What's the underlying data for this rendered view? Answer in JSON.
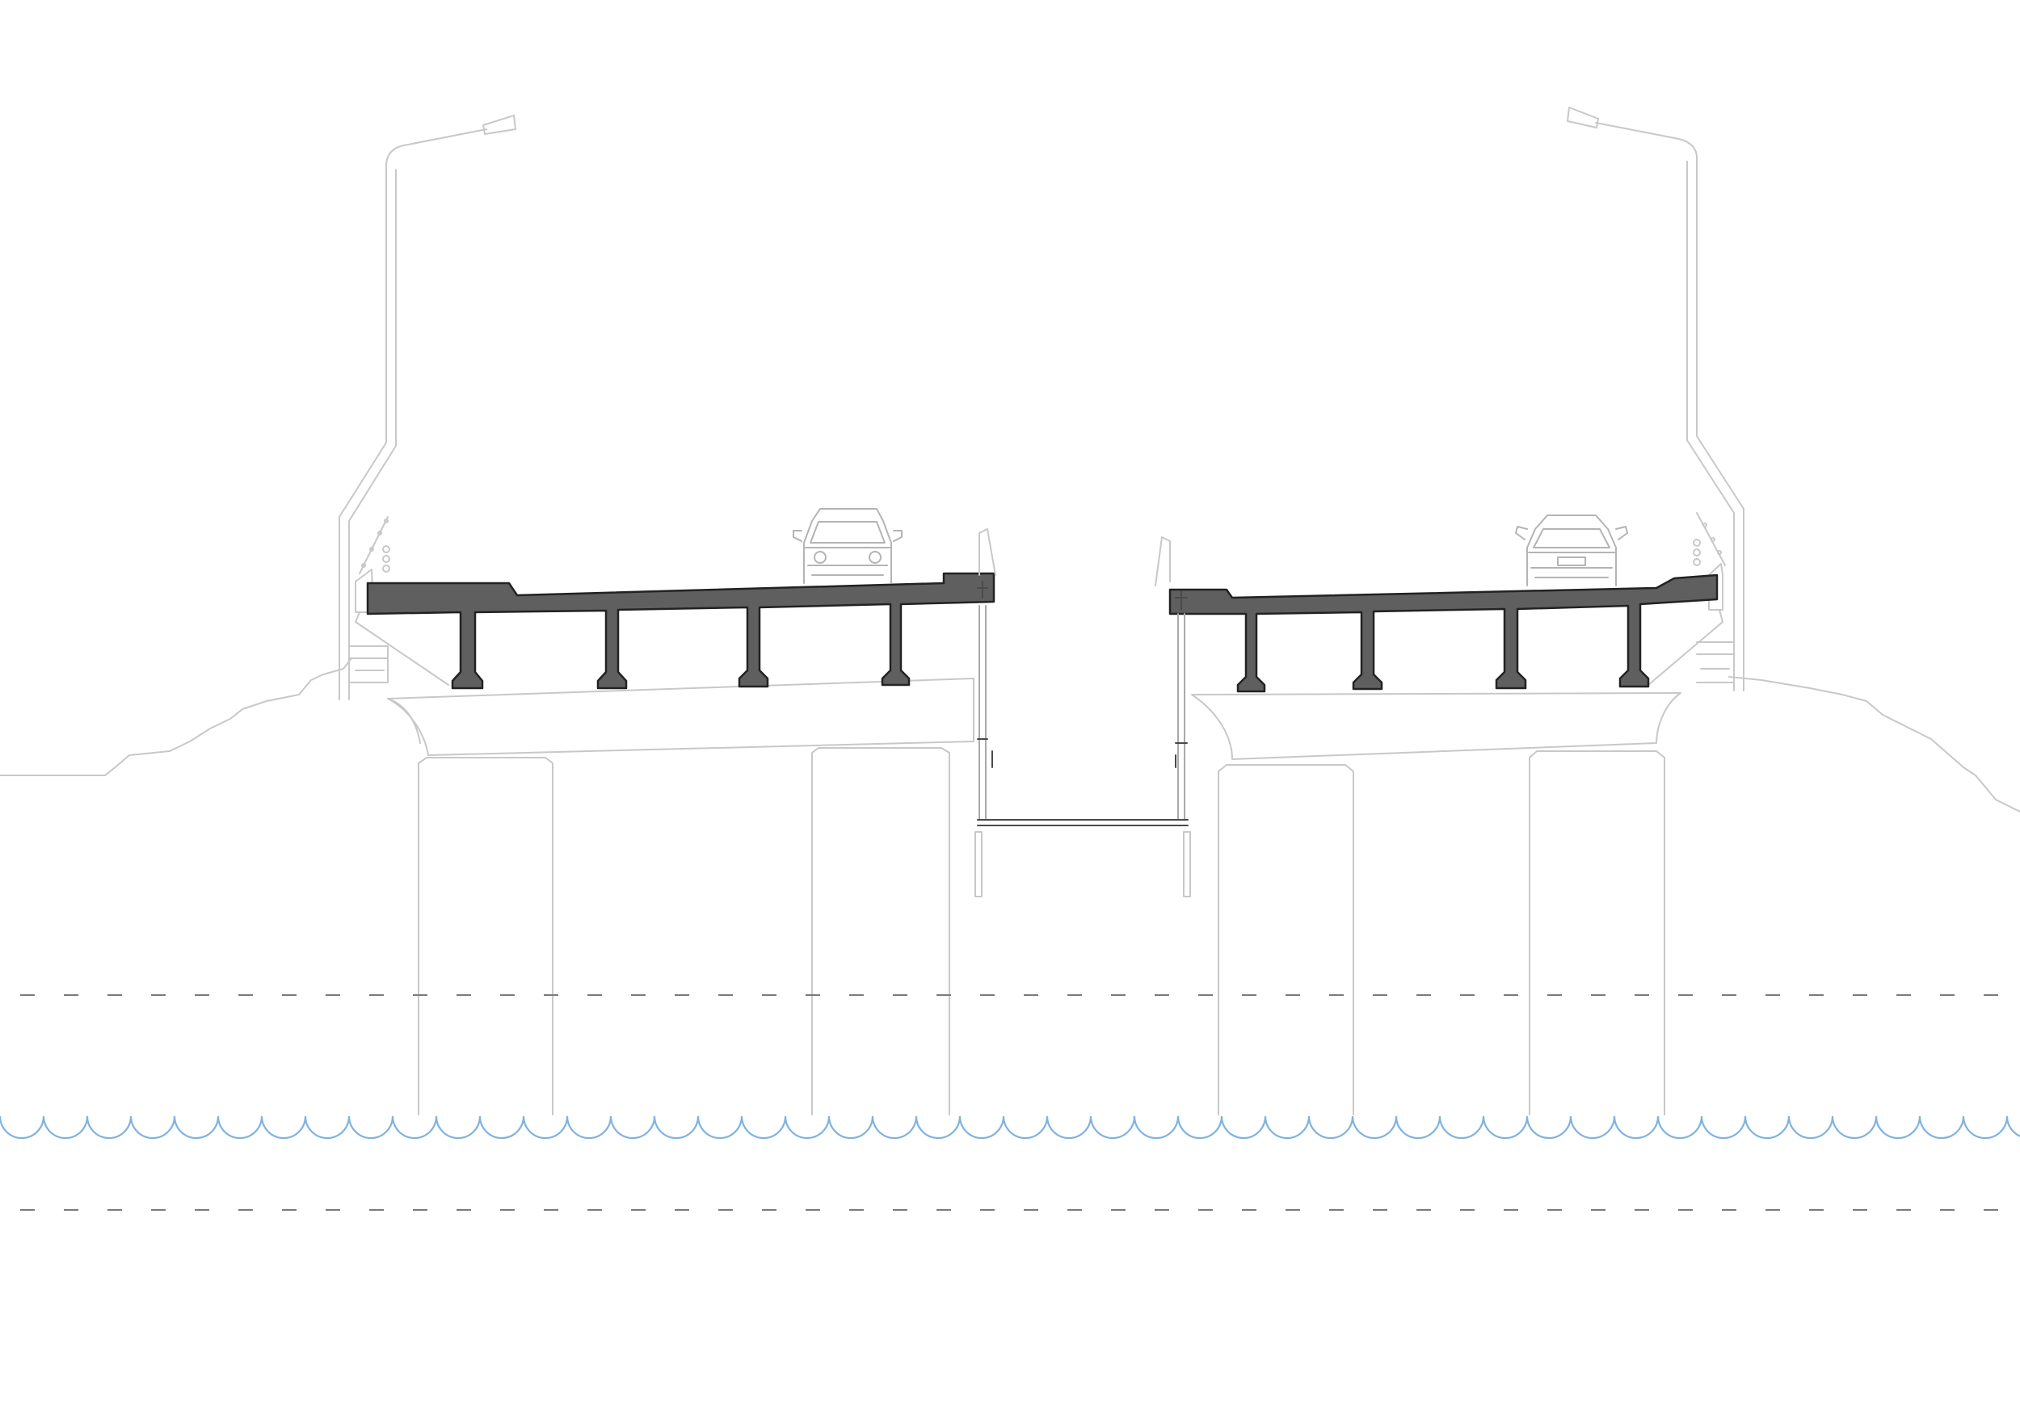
{
  "drawing": {
    "type": "bridge-cross-section",
    "colors": {
      "deck_fill": "#5f5f5f",
      "outline": "#c8c8c8",
      "water": "#7fb2e0",
      "dash_level": "#7a7a7a",
      "background": "#ffffff"
    },
    "elements": {
      "bridge_decks": 2,
      "girders_per_deck": 4,
      "lamp_posts": 2,
      "cars": 2,
      "piers": 4,
      "water_level_lines": 2
    }
  }
}
